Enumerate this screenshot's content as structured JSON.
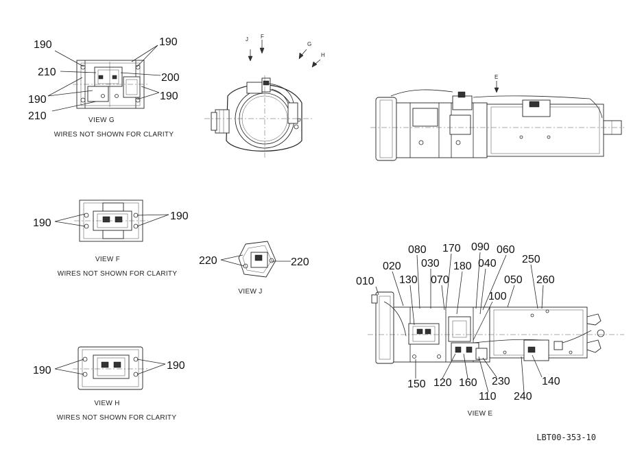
{
  "views": {
    "g": {
      "caption": "VIEW  G",
      "note": "WIRES NOT SHOWN FOR CLARITY",
      "callouts": [
        "190",
        "210",
        "190",
        "210",
        "190",
        "200",
        "190"
      ]
    },
    "f": {
      "caption": "VIEW  F",
      "note": "WIRES NOT SHOWN FOR CLARITY",
      "callouts": [
        "190",
        "190"
      ]
    },
    "h": {
      "caption": "VIEW  H",
      "note": "WIRES NOT SHOWN FOR CLARITY",
      "callouts": [
        "190",
        "190"
      ]
    },
    "j": {
      "caption": "VIEW  J",
      "callouts": [
        "220",
        "220"
      ]
    },
    "e": {
      "caption": "VIEW  E",
      "callouts": [
        "080",
        "170",
        "090",
        "060",
        "020",
        "030",
        "180",
        "040",
        "250",
        "010",
        "130",
        "070",
        "050",
        "260",
        "100",
        "150",
        "120",
        "160",
        "230",
        "140",
        "110",
        "240"
      ]
    }
  },
  "view_arrows": [
    "J",
    "F",
    "G",
    "H",
    "E"
  ],
  "document_id": "LBT00-353-10"
}
